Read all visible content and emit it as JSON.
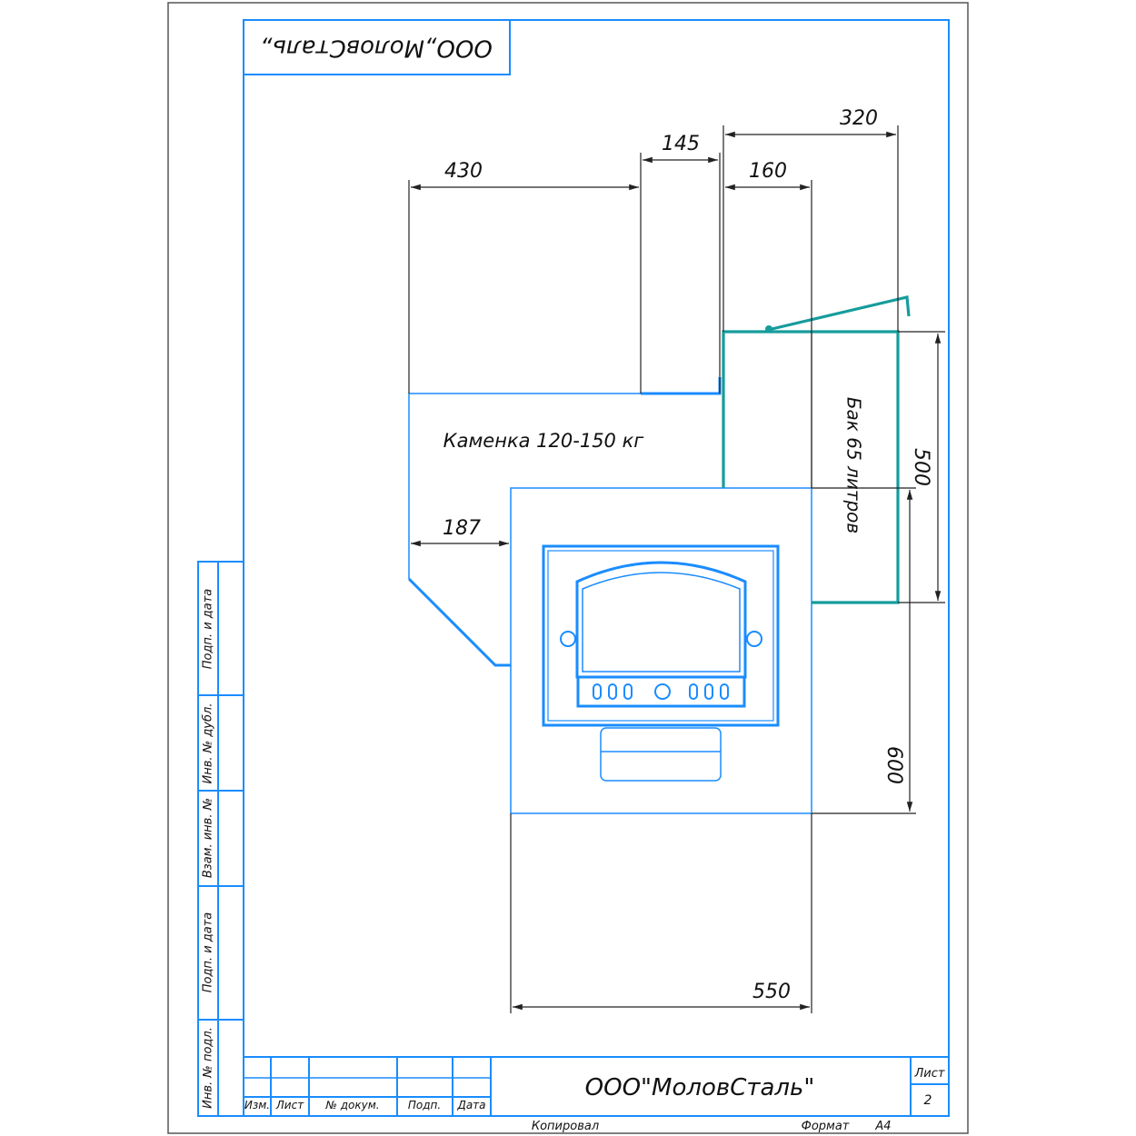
{
  "stamp_top": "ООО„МоловСталь„",
  "title_block": {
    "company": "ООО\"МоловСталь\"",
    "headers": [
      "Изм.",
      "Лист",
      "№ докум.",
      "Подп.",
      "Дата"
    ],
    "sheet_label": "Лист",
    "sheet_number": "2",
    "copied_label": "Копировал",
    "format_label": "Формат",
    "format_value": "А4"
  },
  "side_strip": [
    "Подп. и дата",
    "Инв. № дубл.",
    "Взам. инв. №",
    "Подп. и дата",
    "Инв. № подл."
  ],
  "labels": {
    "stones": "Каменка 120-150 кг",
    "tank": "Бак 65 литров"
  },
  "dimensions": {
    "d430": "430",
    "d145": "145",
    "d160": "160",
    "d320": "320",
    "d187": "187",
    "d500": "500",
    "d600": "600",
    "d550": "550"
  },
  "colors": {
    "frame": "#1a8cff",
    "tank": "#159c9c",
    "dimension": "#222222"
  }
}
